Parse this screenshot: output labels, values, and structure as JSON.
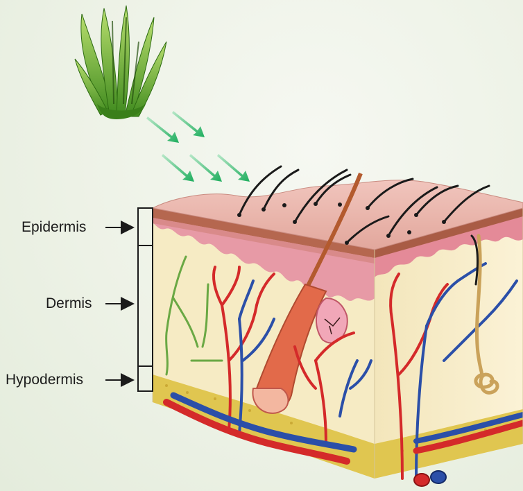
{
  "labels": {
    "epidermis": "Epidermis",
    "dermis": "Dermis",
    "hypodermis": "Hypodermis"
  },
  "colors": {
    "skin_surface": "#e9b2a8",
    "epidermis_band": "#c56a6a",
    "dermis": "#f6ebc4",
    "hypodermis": "#e0c650",
    "artery": "#d42a2a",
    "vein": "#2b4fa8",
    "nerve": "#6aa844",
    "plant": "#6fb32e",
    "arrow": "#2bb673"
  },
  "icons": [
    "aloe-plant-icon",
    "light-arrow-icon",
    "hair-icon",
    "blood-vessel-icon",
    "hair-follicle-icon",
    "sweat-gland-icon"
  ]
}
